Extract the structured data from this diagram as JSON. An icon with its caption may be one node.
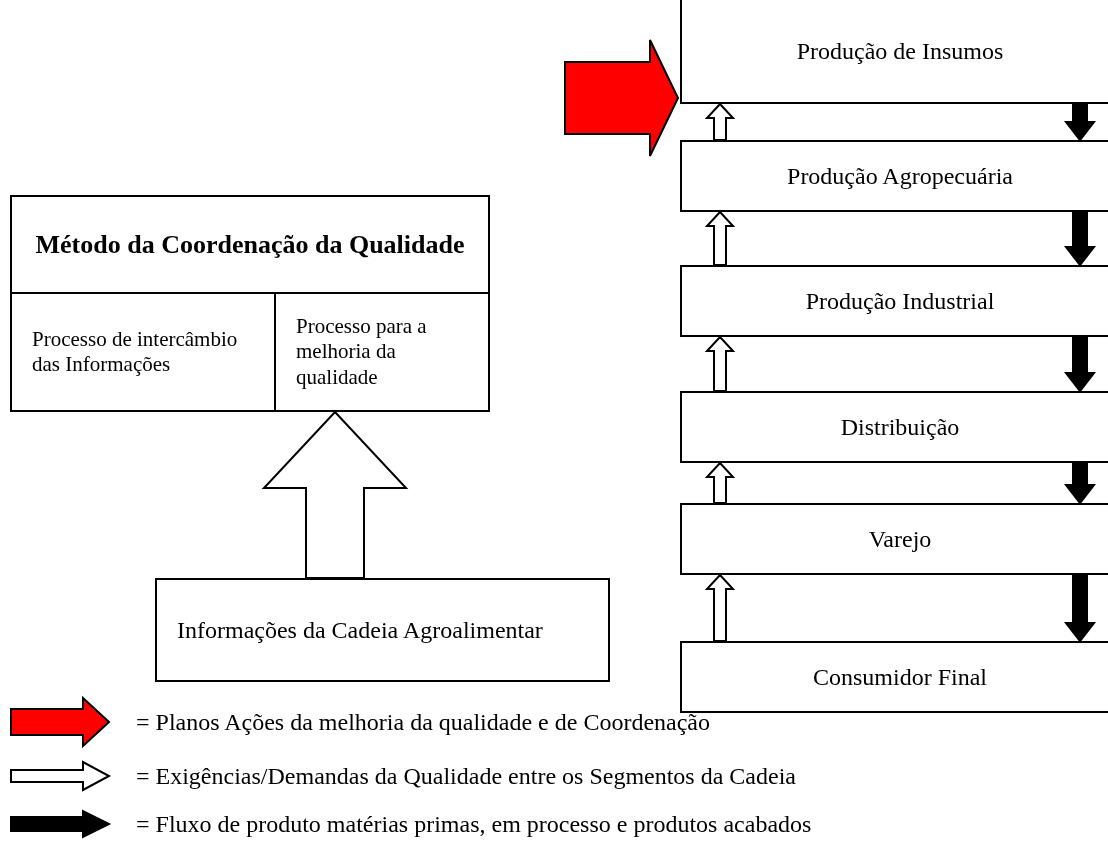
{
  "diagram": {
    "nodes": [
      {
        "text": [
          "Método da Coordenação da Qualidade"
        ]
      },
      {
        "text": [
          "Processo de intercâmbio das Informações"
        ]
      },
      {
        "text": [
          "Processo para a melhoria da qualidade"
        ]
      },
      {
        "text": [
          "Informações da Cadeia Agroalimentar"
        ]
      },
      {
        "text": [
          "Produção de Insumos"
        ]
      },
      {
        "text": [
          "Produção Agropecuária"
        ]
      },
      {
        "text": [
          "Produção Industrial"
        ]
      },
      {
        "text": [
          "Distribuição"
        ]
      },
      {
        "text": [
          "Varejo"
        ]
      },
      {
        "text": [
          "Consumidor Final"
        ]
      }
    ],
    "edges": [
      {
        "from": null,
        "to": 4,
        "arrow": "to",
        "color": "#ff0000"
      },
      {
        "from": 5,
        "to": 4,
        "arrow": "to"
      },
      {
        "from": 6,
        "to": 5,
        "arrow": "to"
      },
      {
        "from": 7,
        "to": 6,
        "arrow": "to"
      },
      {
        "from": 8,
        "to": 7,
        "arrow": "to"
      },
      {
        "from": 9,
        "to": 8,
        "arrow": "to"
      },
      {
        "from": 4,
        "to": 5,
        "arrow": "to",
        "color": "#000000"
      },
      {
        "from": 5,
        "to": 6,
        "arrow": "to",
        "color": "#000000"
      },
      {
        "from": 6,
        "to": 7,
        "arrow": "to",
        "color": "#000000"
      },
      {
        "from": 7,
        "to": 8,
        "arrow": "to",
        "color": "#000000"
      },
      {
        "from": 8,
        "to": 9,
        "arrow": "to",
        "color": "#000000"
      },
      {
        "from": 3,
        "to": 1,
        "arrow": "to"
      }
    ],
    "legend": [
      {
        "text": "= Planos Ações da melhoria da qualidade e de Coordenação"
      },
      {
        "text": "= Exigências/Demandas da Qualidade entre os Segmentos da Cadeia"
      },
      {
        "text": "= Fluxo de produto matérias primas, em processo e produtos acabados"
      }
    ]
  }
}
